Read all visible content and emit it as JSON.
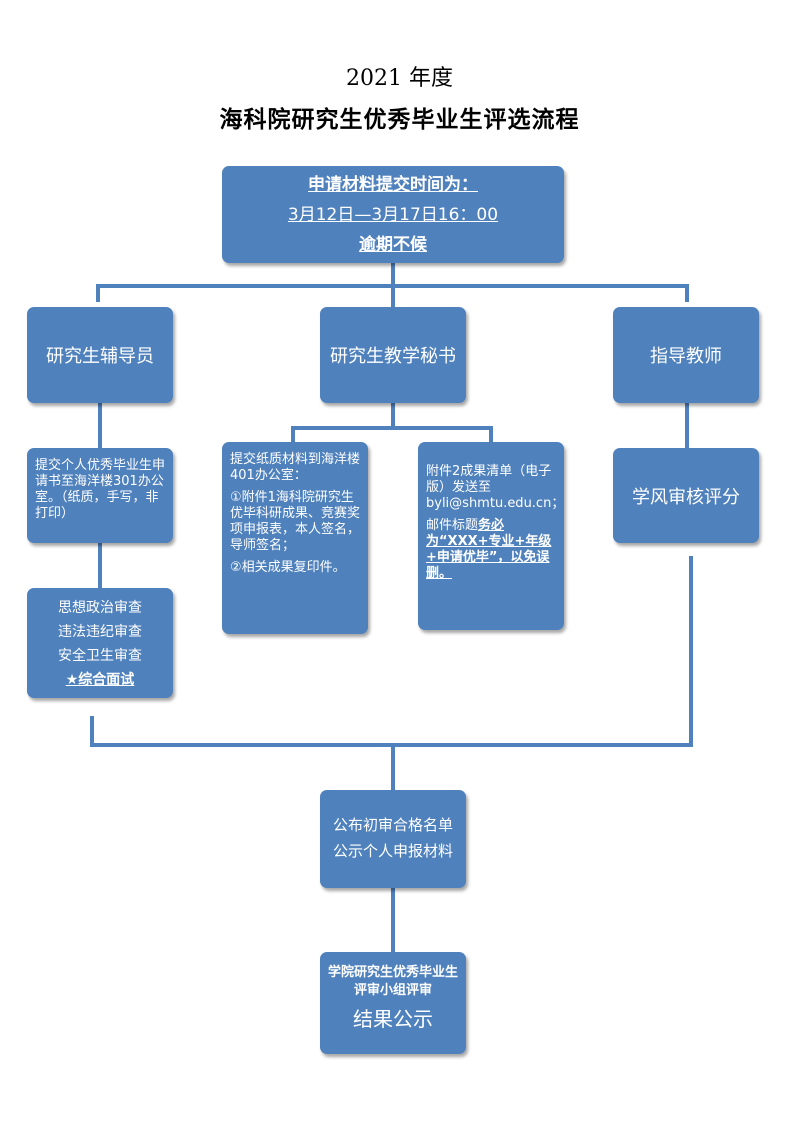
{
  "title": {
    "year": "2021 年度",
    "main": "海科院研究生优秀毕业生评选流程"
  },
  "top_box": {
    "line1": "申请材料提交时间为：",
    "line2": "3月12日—3月17日16：00",
    "line3": "逾期不候"
  },
  "roles": {
    "counselor": "研究生辅导员",
    "secretary": "研究生教学秘书",
    "advisor": "指导教师"
  },
  "counselor_submit": "提交个人优秀毕业生申请书至海洋楼301办公室。（纸质，手写，非打印）",
  "review": {
    "items": [
      "思想政治审查",
      "违法违纪审查",
      "安全卫生审查"
    ],
    "interview": "★综合面试"
  },
  "paper_box": {
    "line1": "提交纸质材料到海洋楼401办公室：",
    "line2": "①附件1海科院研究生优毕科研成果、竞赛奖项申报表，本人签名，导师签名；",
    "line3": "②相关成果复印件。"
  },
  "email_box": {
    "line1": "附件2成果清单（电子版）发送至byli@shmtu.edu.cn；",
    "line2_prefix": "邮件标题",
    "line2_emph": "务必为“XXX+专业+年级+申请优毕”，以免误删。"
  },
  "advisor_score": "学风审核评分",
  "publish_box": {
    "line1": "公布初审合格名单",
    "line2": "公示个人申报材料"
  },
  "final_box": {
    "line1": "学院研究生优秀毕业生评审小组评审",
    "line2": "结果公示"
  },
  "colors": {
    "box": "#4F81BD",
    "connector": "#4F81BD"
  }
}
